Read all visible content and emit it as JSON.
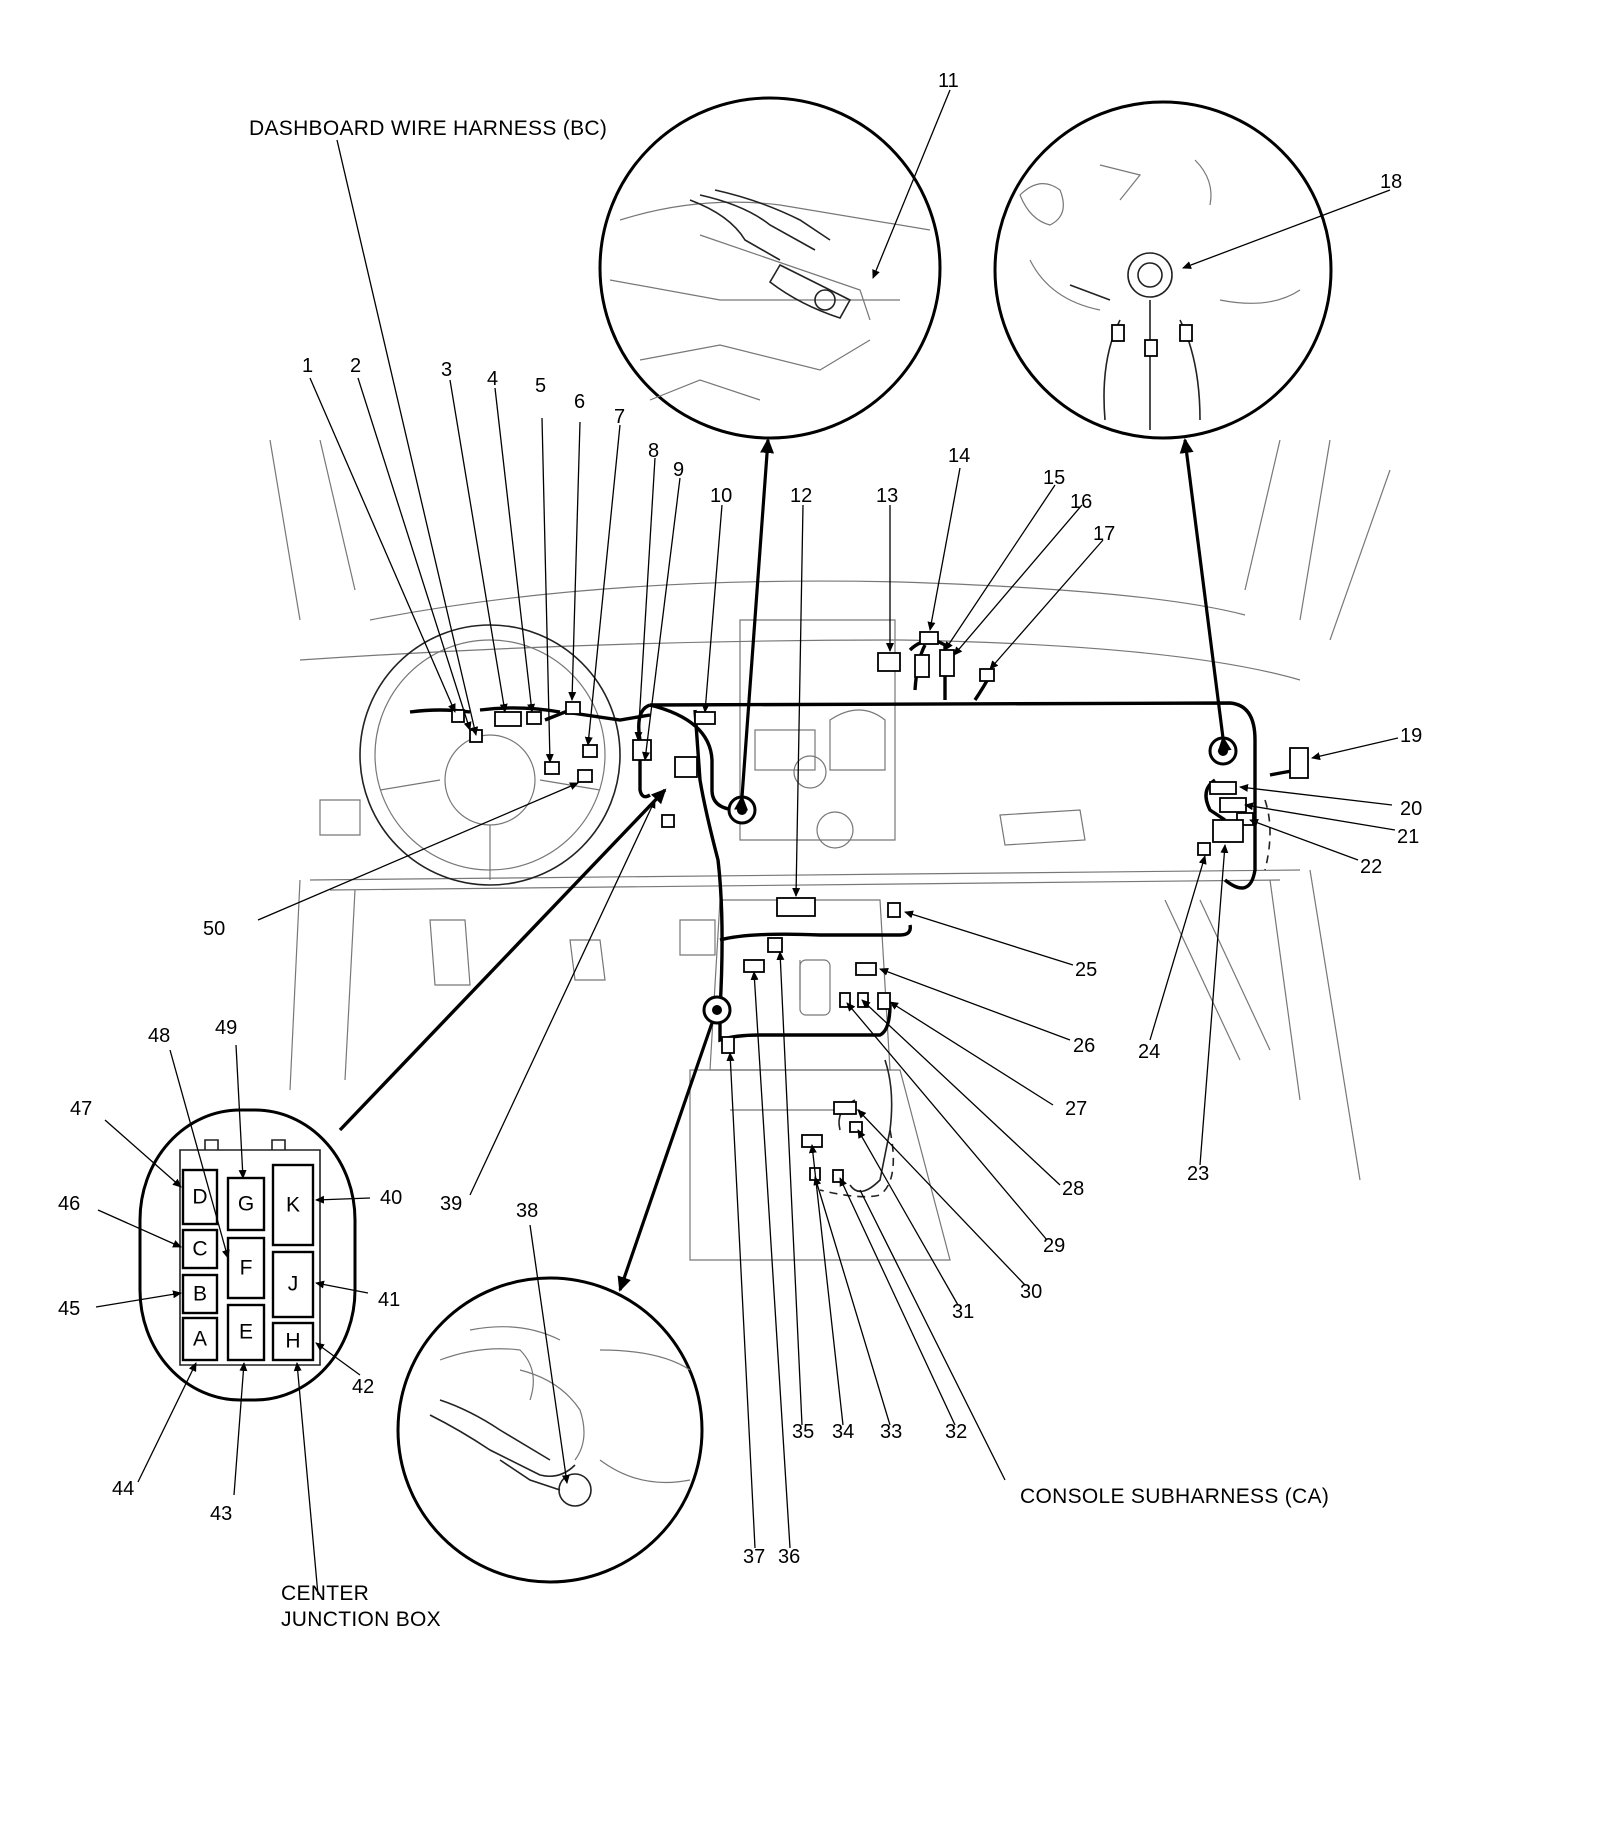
{
  "captions": {
    "dashboard_harness": "DASHBOARD WIRE HARNESS (BC)",
    "console_subharness": "CONSOLE SUBHARNESS (CA)",
    "center_junction_box_line1": "CENTER",
    "center_junction_box_line2": "JUNCTION BOX"
  },
  "callouts": [
    "1",
    "2",
    "3",
    "4",
    "5",
    "6",
    "7",
    "8",
    "9",
    "10",
    "11",
    "12",
    "13",
    "14",
    "15",
    "16",
    "17",
    "18",
    "19",
    "20",
    "21",
    "22",
    "23",
    "24",
    "25",
    "26",
    "27",
    "28",
    "29",
    "30",
    "31",
    "32",
    "33",
    "34",
    "35",
    "36",
    "37",
    "38",
    "39",
    "40",
    "41",
    "42",
    "43",
    "44",
    "45",
    "46",
    "47",
    "48",
    "49",
    "50"
  ],
  "junction_box_cells": [
    "A",
    "B",
    "C",
    "D",
    "E",
    "F",
    "G",
    "H",
    "J",
    "K"
  ]
}
